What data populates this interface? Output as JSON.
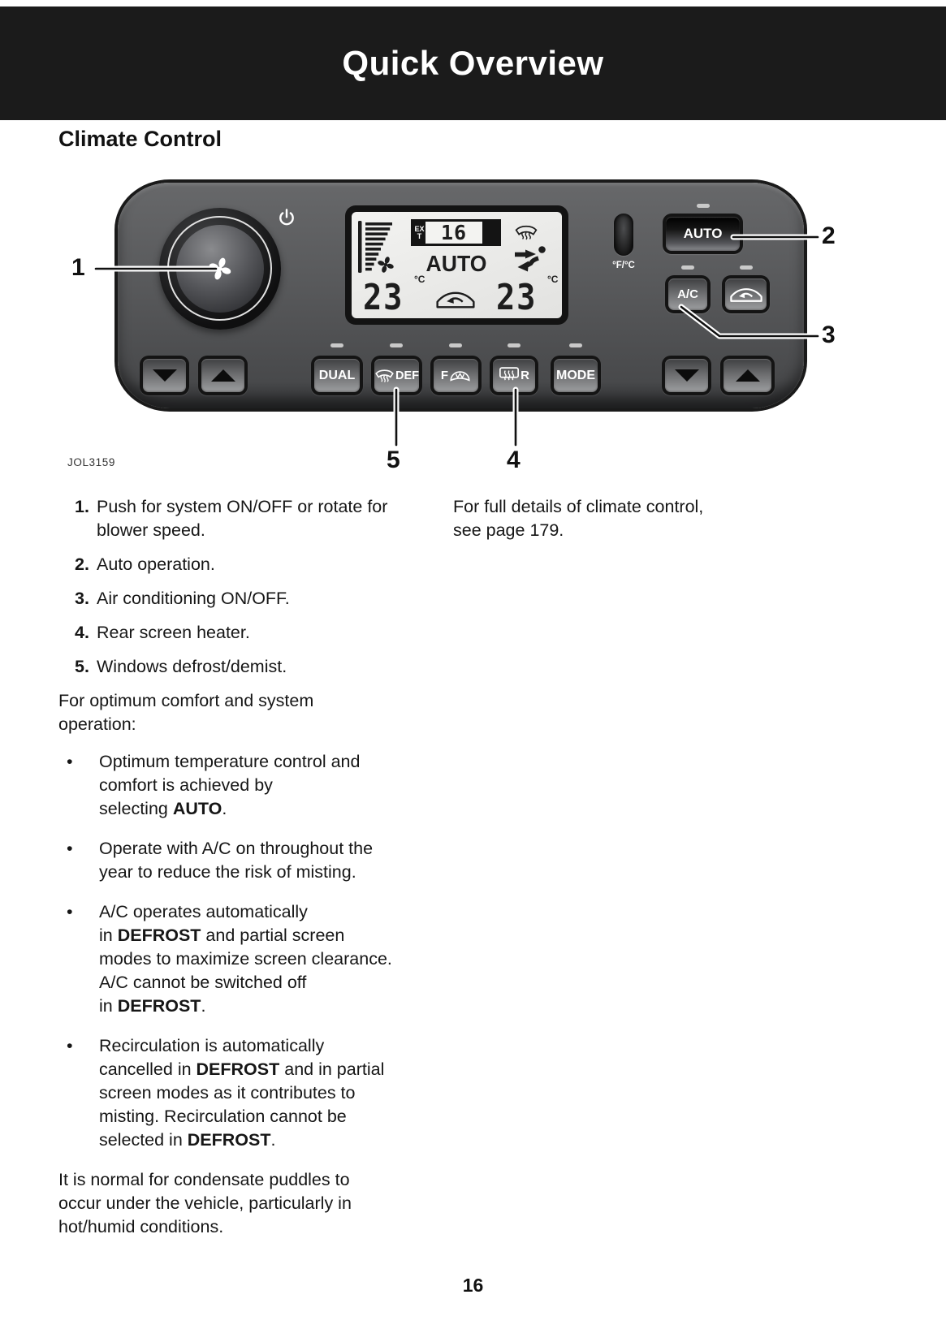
{
  "header": {
    "title": "Quick Overview"
  },
  "section": {
    "heading": "Climate Control"
  },
  "figure": {
    "caption": "JOL3159",
    "callouts": {
      "knob": "1",
      "auto": "2",
      "ac": "3",
      "rear": "4",
      "defrost": "5"
    },
    "display": {
      "ext_label": "EXT",
      "ext_temp": "16",
      "mode": "AUTO",
      "left_temp": "23",
      "left_unit": "°C",
      "right_temp": "23",
      "right_unit": "°C"
    },
    "buttons": {
      "auto": "AUTO",
      "ac": "A/C",
      "dual": "DUAL",
      "def": "DEF",
      "front": "F",
      "rear": "R",
      "mode": "MODE",
      "unit_toggle": "°F/°C"
    },
    "icons": {
      "knob": "fan-icon",
      "power": "power-icon",
      "fan_speed": "fan-speed-bars-icon",
      "windshield": "windshield-defrost-icon",
      "airflow": "passenger-airflow-icon",
      "recirculation": "car-recirculation-icon",
      "front_screen": "front-screen-icon",
      "rear_screen": "rear-screen-heater-icon",
      "temp_arrows": "up-down-arrow-icons"
    }
  },
  "note": {
    "lines": [
      "For full details of climate control,",
      "see page 179."
    ]
  },
  "bullet_marker": "•",
  "numbered_items": [
    {
      "num": "1.",
      "lines": [
        "Push for system ON/OFF or rotate for",
        "blower speed."
      ]
    },
    {
      "num": "2.",
      "lines": [
        "Auto operation."
      ]
    },
    {
      "num": "3.",
      "lines": [
        "Air conditioning ON/OFF."
      ]
    },
    {
      "num": "4.",
      "lines": [
        "Rear screen heater."
      ]
    },
    {
      "num": "5.",
      "lines": [
        "Windows defrost/demist."
      ]
    }
  ],
  "intro": {
    "lines": [
      "For optimum comfort and system",
      "operation:"
    ]
  },
  "bullets": [
    {
      "lines": [
        [
          {
            "t": "Optimum temperature control and"
          }
        ],
        [
          {
            "t": "comfort is achieved by"
          }
        ],
        [
          {
            "t": "selecting "
          },
          {
            "t": "AUTO",
            "b": true
          },
          {
            "t": "."
          }
        ]
      ]
    },
    {
      "lines": [
        [
          {
            "t": "Operate with A/C on throughout the"
          }
        ],
        [
          {
            "t": "year to reduce the risk of misting."
          }
        ]
      ]
    },
    {
      "lines": [
        [
          {
            "t": "A/C operates automatically"
          }
        ],
        [
          {
            "t": "in "
          },
          {
            "t": "DEFROST",
            "b": true
          },
          {
            "t": " and partial screen"
          }
        ],
        [
          {
            "t": "modes to maximize screen clearance."
          }
        ],
        [
          {
            "t": "A/C cannot be switched off"
          }
        ],
        [
          {
            "t": "in "
          },
          {
            "t": "DEFROST",
            "b": true
          },
          {
            "t": "."
          }
        ]
      ]
    },
    {
      "lines": [
        [
          {
            "t": "Recirculation is automatically"
          }
        ],
        [
          {
            "t": "cancelled in "
          },
          {
            "t": "DEFROST",
            "b": true
          },
          {
            "t": " and in partial"
          }
        ],
        [
          {
            "t": "screen modes as it contributes to"
          }
        ],
        [
          {
            "t": "misting. Recirculation cannot be"
          }
        ],
        [
          {
            "t": "selected in "
          },
          {
            "t": "DEFROST",
            "b": true
          },
          {
            "t": "."
          }
        ]
      ]
    }
  ],
  "outro": {
    "lines": [
      "It is normal for condensate puddles to",
      "occur under the vehicle, particularly in",
      "hot/humid conditions."
    ]
  },
  "footer": {
    "page_number": "16"
  },
  "colors": {
    "header_bg": "#1b1b1b",
    "panel_face": "#58595b",
    "display_bg": "#ecedeb",
    "body_text": "#161616"
  }
}
